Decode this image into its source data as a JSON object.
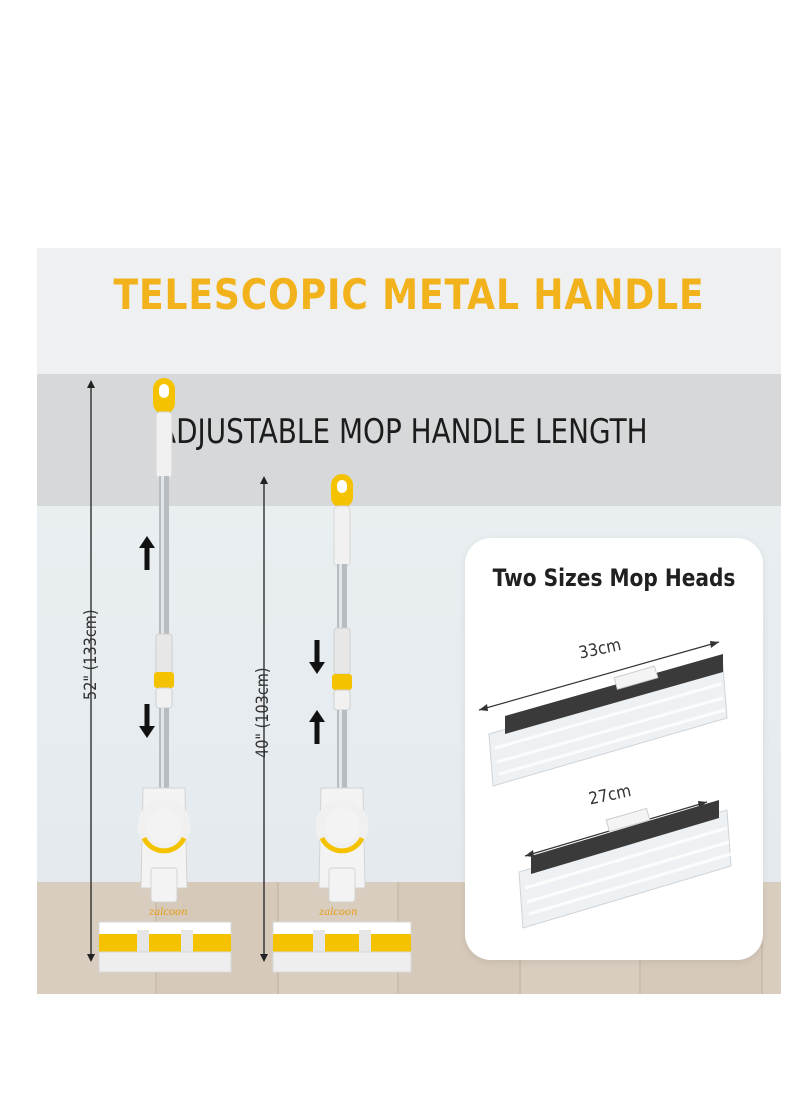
{
  "title": "TELESCOPIC METAL HANDLE",
  "subtitle": "ADJUSTABLE MOP HANDLE LENGTH",
  "panel": {
    "title": "Two Sizes Mop Heads",
    "head_large_label": "33cm",
    "head_small_label": "27cm"
  },
  "measurements": {
    "tall": "52\" (133cm)",
    "short": "40\" (103cm)"
  },
  "brand": "zalcoon",
  "colors": {
    "accent": "#f2b21c",
    "mop_yellow": "#f5c200",
    "text_dark": "#1c1c1c"
  }
}
